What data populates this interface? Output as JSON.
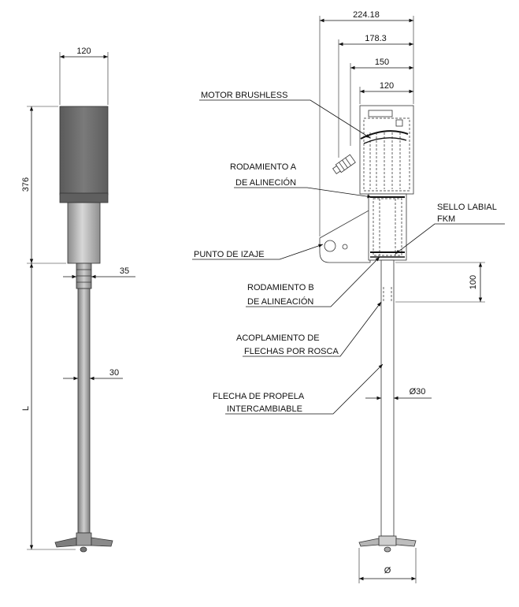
{
  "left_view": {
    "dim_motor_width": "120",
    "dim_motor_height": "376",
    "dim_neck_dia": "35",
    "dim_shaft_dia": "30",
    "dim_length": "L"
  },
  "right_view": {
    "dim_overall_width": "224.18",
    "dim_width_2": "178.3",
    "dim_width_3": "150",
    "dim_width_4": "120",
    "dim_shaft_offset": "100",
    "dim_shaft_dia": "Ø30",
    "dim_propeller_dia": "Ø",
    "callouts": {
      "motor": "MOTOR BRUSHLESS",
      "bearing_a_1": "RODAMIENTO A",
      "bearing_a_2": "DE ALINECIÓN",
      "lifting_point": "PUNTO DE IZAJE",
      "seal_1": "SELLO  LABIAL",
      "seal_2": "FKM",
      "bearing_b_1": "RODAMIENTO B",
      "bearing_b_2": "DE ALINEACIÓN",
      "coupling_1": "ACOPLAMIENTO DE",
      "coupling_2": "FLECHAS POR ROSCA",
      "shaft_1": "FLECHA DE PROPELA",
      "shaft_2": "INTERCAMBIABLE"
    }
  },
  "colors": {
    "motor_body": "#6e6e6e",
    "shaft_metal": "#a9a9a9",
    "line": "#111111"
  }
}
